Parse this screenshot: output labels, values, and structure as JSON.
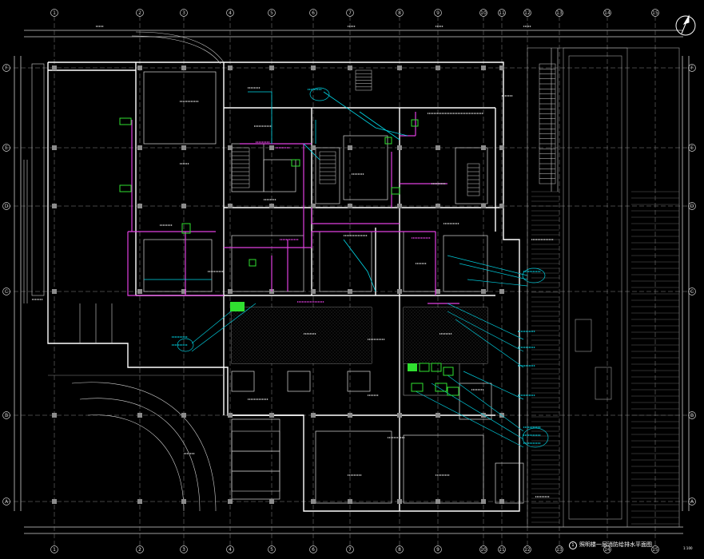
{
  "drawing": {
    "caption_num": "1",
    "caption_text": "照明楼一层消防给排水平面图",
    "scale_text": "1:100",
    "colors": {
      "background": "#000000",
      "wall": "#ffffff",
      "grid": "#b8b8b8",
      "pipe_magenta": "#e040e0",
      "pipe_cyan": "#00d8e8",
      "equipment_green": "#30e030",
      "leader_cyan": "#00c8d8"
    }
  },
  "axes": {
    "top": [
      "1",
      "2",
      "3",
      "4",
      "5",
      "6",
      "7",
      "8",
      "9",
      "10",
      "11",
      "12",
      "13",
      "14",
      "15"
    ],
    "left": [
      "F",
      "E",
      "D",
      "C",
      "B",
      "A"
    ]
  }
}
